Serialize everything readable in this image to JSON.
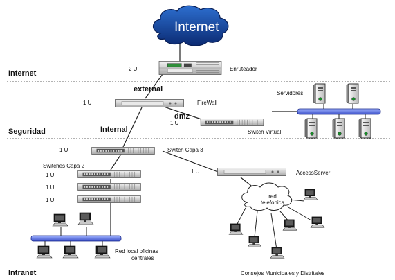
{
  "zones": {
    "internet": "Internet",
    "security": "Seguridad",
    "intranet": "Intranet"
  },
  "cloud": {
    "label": "Internet"
  },
  "connections": {
    "external": "external",
    "internal": "Internal",
    "dmz": "dmz"
  },
  "devices": {
    "router": {
      "size": "2 U",
      "label": "Enruteador"
    },
    "firewall": {
      "size": "1 U",
      "label": "FireWall"
    },
    "virtual_switch": {
      "size": "1 U",
      "label": "Switch Virtual"
    },
    "switch_l3": {
      "size": "1 U",
      "label": "Switch Capa 3"
    },
    "access_server": {
      "size": "1 U",
      "label": "AccessServer"
    },
    "servers": {
      "label": "Servidores"
    },
    "switches_l2": {
      "label": "Switches Capa 2",
      "sizes": [
        "1 U",
        "1 U",
        "1 U"
      ]
    }
  },
  "networks": {
    "lan_line1": "Red local oficinas",
    "lan_line2": "centrales",
    "phone_line1": "red",
    "phone_line2": "telefonica",
    "councils": "Consejos Municipales y Distritales"
  }
}
